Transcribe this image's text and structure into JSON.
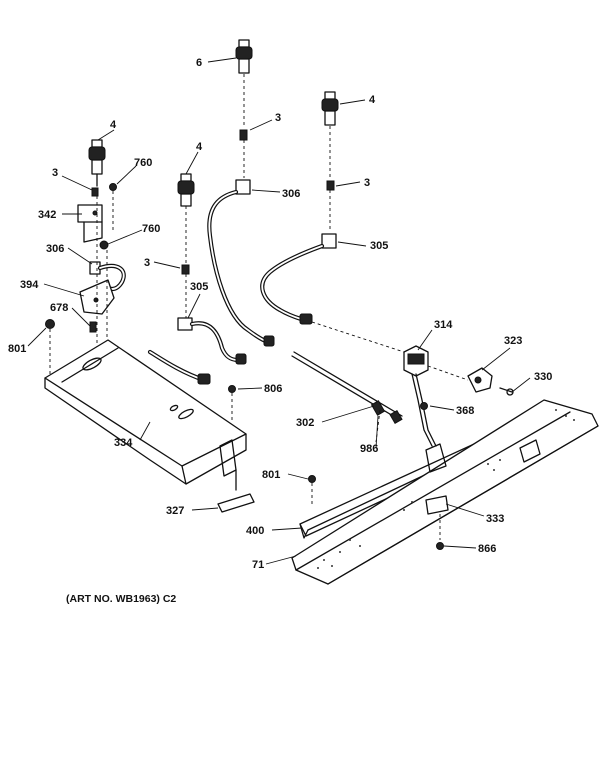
{
  "labels": {
    "l6": "6",
    "l3_top": "3",
    "l4_right": "4",
    "l3_right": "3",
    "l306_mid": "306",
    "l4_mid": "4",
    "l4_left": "4",
    "l760_a": "760",
    "l3_left": "3",
    "l342": "342",
    "l760_b": "760",
    "l306_left": "306",
    "l305_right": "305",
    "l3_mid": "3",
    "l305_mid": "305",
    "l394": "394",
    "l678": "678",
    "l801_left": "801",
    "l314": "314",
    "l323": "323",
    "l330": "330",
    "l806": "806",
    "l368": "368",
    "l302": "302",
    "l334": "334",
    "l986": "986",
    "l801_mid": "801",
    "l327": "327",
    "l333": "333",
    "l400": "400",
    "l866": "866",
    "l71": "71"
  },
  "caption": "(ART NO. WB1963) C2",
  "colors": {
    "ink": "#111111",
    "paper": "#ffffff"
  }
}
